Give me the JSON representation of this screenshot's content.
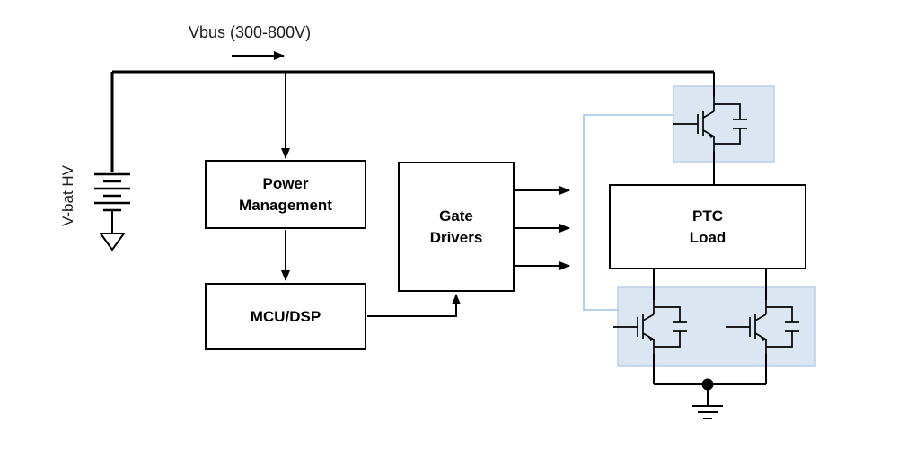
{
  "labels": {
    "vbus": "Vbus (300-800V)",
    "vbat": "V-bat HV"
  },
  "blocks": {
    "power_management": {
      "line1": "Power",
      "line2": "Management"
    },
    "mcu_dsp": {
      "label": "MCU/DSP"
    },
    "gate_drivers": {
      "line1": "Gate",
      "line2": "Drivers"
    },
    "ptc_load": {
      "line1": "PTC",
      "line2": "Load"
    }
  },
  "colors": {
    "wire": "#000000",
    "highlight_fill": "#dce6f2",
    "highlight_stroke": "#b9cfe8",
    "bracket": "#9dc3e6",
    "background": "#ffffff"
  }
}
